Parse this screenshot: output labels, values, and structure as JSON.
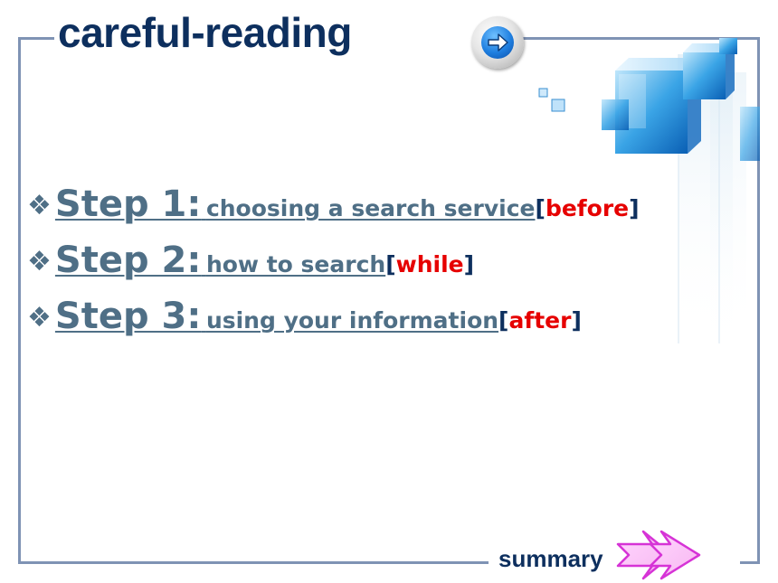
{
  "slide": {
    "title": "careful-reading",
    "colors": {
      "title": "#0d2f5e",
      "step_link": "#4f6f86",
      "bracket": "#0d2f5e",
      "time_word": "#e60000",
      "frame": "#7f93b4",
      "summary_arrow": "#e040e0"
    }
  },
  "nav": {
    "next_icon": "arrow-right-circle-icon"
  },
  "steps": [
    {
      "bullet": "❖",
      "label": "Step 1:",
      "text": "choosing a search service",
      "open": "[",
      "when": "before",
      "close": "]"
    },
    {
      "bullet": "❖",
      "label": "Step 2:",
      "text": "how to search",
      "open": "[",
      "when": "while",
      "close": "]"
    },
    {
      "bullet": "❖",
      "label": "Step 3:",
      "text": "using your information",
      "open": "[",
      "when": "after",
      "close": "]"
    }
  ],
  "footer": {
    "summary_label": "summary",
    "summary_icon": "double-chevron-right-icon"
  }
}
